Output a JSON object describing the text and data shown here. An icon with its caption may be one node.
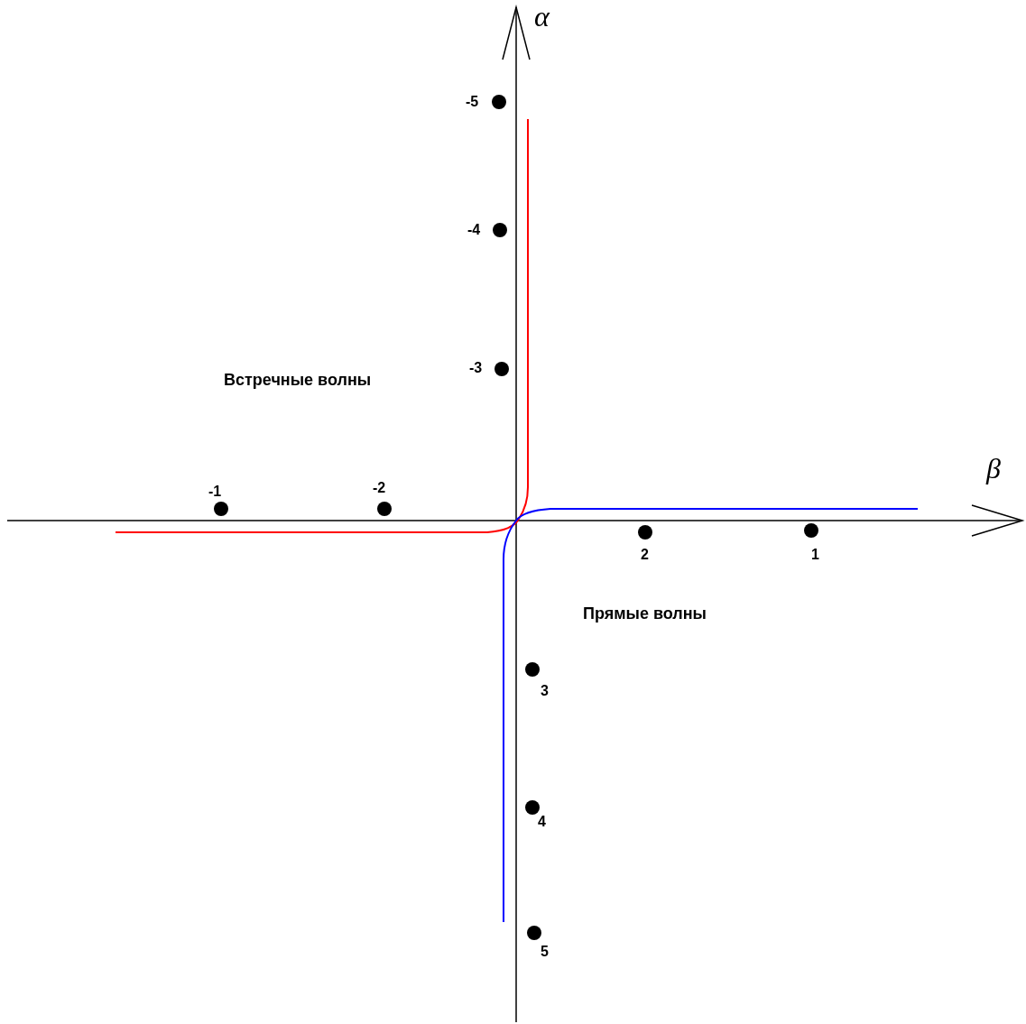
{
  "diagram": {
    "labels": [
      "α",
      "β",
      "-5",
      "-4",
      "-3",
      "-2",
      "-1",
      "2",
      "1",
      "3",
      "4",
      "5",
      "Встречные волны",
      "Прямые волны"
    ]
  }
}
